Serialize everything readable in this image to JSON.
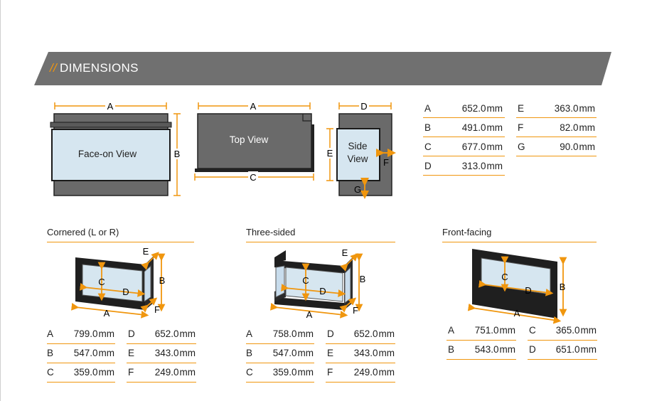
{
  "banner": {
    "prefix": "//",
    "title": "DIMENSIONS"
  },
  "colors": {
    "accent": "#f0960e",
    "banner_grey": "#707070",
    "body_grey": "#686868",
    "glass": "#d6e6f0"
  },
  "top_views": {
    "face_on": {
      "label": "Face-on View",
      "dim_a": "A",
      "dim_b": "B"
    },
    "top": {
      "label": "Top View",
      "dim_a": "A",
      "dim_c": "C"
    },
    "side": {
      "label_line1": "Side",
      "label_line2": "View",
      "dim_d": "D",
      "dim_e": "E",
      "dim_f": "F",
      "dim_g": "G"
    }
  },
  "main_specs": {
    "col1": [
      {
        "letter": "A",
        "value": "652.0",
        "unit": "mm"
      },
      {
        "letter": "B",
        "value": "491.0",
        "unit": "mm"
      },
      {
        "letter": "C",
        "value": "677.0",
        "unit": "mm"
      },
      {
        "letter": "D",
        "value": "313.0",
        "unit": "mm"
      }
    ],
    "col2": [
      {
        "letter": "E",
        "value": "363.0",
        "unit": "mm"
      },
      {
        "letter": "F",
        "value": "82.0",
        "unit": "mm"
      },
      {
        "letter": "G",
        "value": "90.0",
        "unit": "mm"
      }
    ]
  },
  "variants": [
    {
      "title": "Cornered (L or R)",
      "labels": {
        "a": "A",
        "b": "B",
        "c": "C",
        "d": "D",
        "e": "E",
        "f": "F"
      },
      "col1": [
        {
          "letter": "A",
          "value": "799.0",
          "unit": "mm"
        },
        {
          "letter": "B",
          "value": "547.0",
          "unit": "mm"
        },
        {
          "letter": "C",
          "value": "359.0",
          "unit": "mm"
        }
      ],
      "col2": [
        {
          "letter": "D",
          "value": "652.0",
          "unit": "mm"
        },
        {
          "letter": "E",
          "value": "343.0",
          "unit": "mm"
        },
        {
          "letter": "F",
          "value": "249.0",
          "unit": "mm"
        }
      ]
    },
    {
      "title": "Three-sided",
      "labels": {
        "a": "A",
        "b": "B",
        "c": "C",
        "d": "D",
        "e": "E",
        "f": "F"
      },
      "col1": [
        {
          "letter": "A",
          "value": "758.0",
          "unit": "mm"
        },
        {
          "letter": "B",
          "value": "547.0",
          "unit": "mm"
        },
        {
          "letter": "C",
          "value": "359.0",
          "unit": "mm"
        }
      ],
      "col2": [
        {
          "letter": "D",
          "value": "652.0",
          "unit": "mm"
        },
        {
          "letter": "E",
          "value": "343.0",
          "unit": "mm"
        },
        {
          "letter": "F",
          "value": "249.0",
          "unit": "mm"
        }
      ]
    },
    {
      "title": "Front-facing",
      "labels": {
        "a": "A",
        "b": "B",
        "c": "C",
        "d": "D"
      },
      "col1": [
        {
          "letter": "A",
          "value": "751.0",
          "unit": "mm"
        },
        {
          "letter": "B",
          "value": "543.0",
          "unit": "mm"
        }
      ],
      "col2": [
        {
          "letter": "C",
          "value": "365.0",
          "unit": "mm"
        },
        {
          "letter": "D",
          "value": "651.0",
          "unit": "mm"
        }
      ]
    }
  ]
}
